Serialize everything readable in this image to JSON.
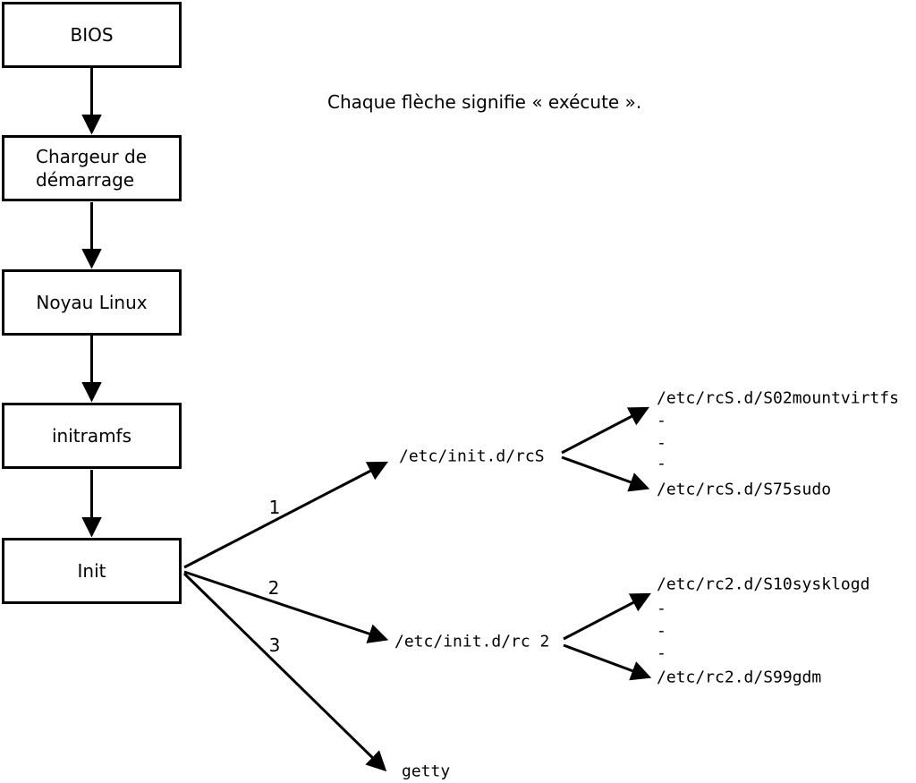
{
  "note": "Chaque flèche signifie « exécute ».",
  "boot_chain": [
    {
      "label": "BIOS"
    },
    {
      "label": "Chargeur de démarrage"
    },
    {
      "label": "Noyau Linux"
    },
    {
      "label": "initramfs"
    },
    {
      "label": "Init"
    }
  ],
  "init_branches": [
    {
      "number": "1",
      "target": "/etc/init.d/rcS",
      "children": [
        "/etc/rcS.d/S02mountvirtfs",
        "-",
        "-",
        "-",
        "/etc/rcS.d/S75sudo"
      ]
    },
    {
      "number": "2",
      "target": "/etc/init.d/rc 2",
      "children": [
        "/etc/rc2.d/S10sysklogd",
        "-",
        "-",
        "-",
        "/etc/rc2.d/S99gdm"
      ]
    },
    {
      "number": "3",
      "target": "getty",
      "children": []
    }
  ],
  "colors": {
    "line": "#000000",
    "background": "#ffffff",
    "box_fill": "#ffffff"
  }
}
